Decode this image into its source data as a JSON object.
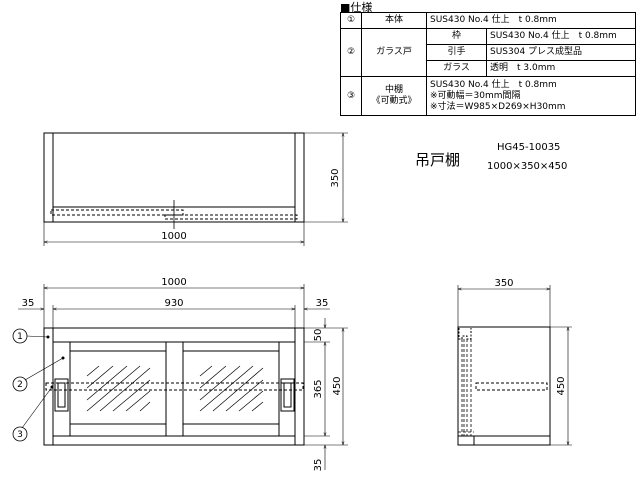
{
  "spec": {
    "title": "■仕様",
    "rows": [
      {
        "num": "①",
        "part": "本体",
        "value": "SUS430 No.4 仕上　t 0.8mm"
      },
      {
        "num": "②",
        "part": "ガラス戸",
        "sub": [
          {
            "label": "枠",
            "value": "SUS430 No.4 仕上　t 0.8mm"
          },
          {
            "label": "引手",
            "value": "SUS304 プレス成型品"
          },
          {
            "label": "ガラス",
            "value": "透明　t 3.0mm"
          }
        ]
      },
      {
        "num": "③",
        "part": "中棚",
        "part2": "《可動式》",
        "value": "SUS430 No.4 仕上　t 0.8mm",
        "value2": "※可動幅＝30mm間隔",
        "value3": "※寸法＝W985×D269×H30mm"
      }
    ]
  },
  "product": {
    "name": "吊戸棚",
    "model": "HG45-10035",
    "size": "1000×350×450"
  },
  "top_view": {
    "depth": "350",
    "width": "1000"
  },
  "front_view": {
    "width": "1000",
    "inner": "930",
    "side_left": "35",
    "side_right": "35",
    "top": "50",
    "middle": "365",
    "bottom": "35",
    "height": "450",
    "callouts": [
      "1",
      "2",
      "3"
    ]
  },
  "side_view": {
    "depth": "350",
    "height": "450"
  }
}
